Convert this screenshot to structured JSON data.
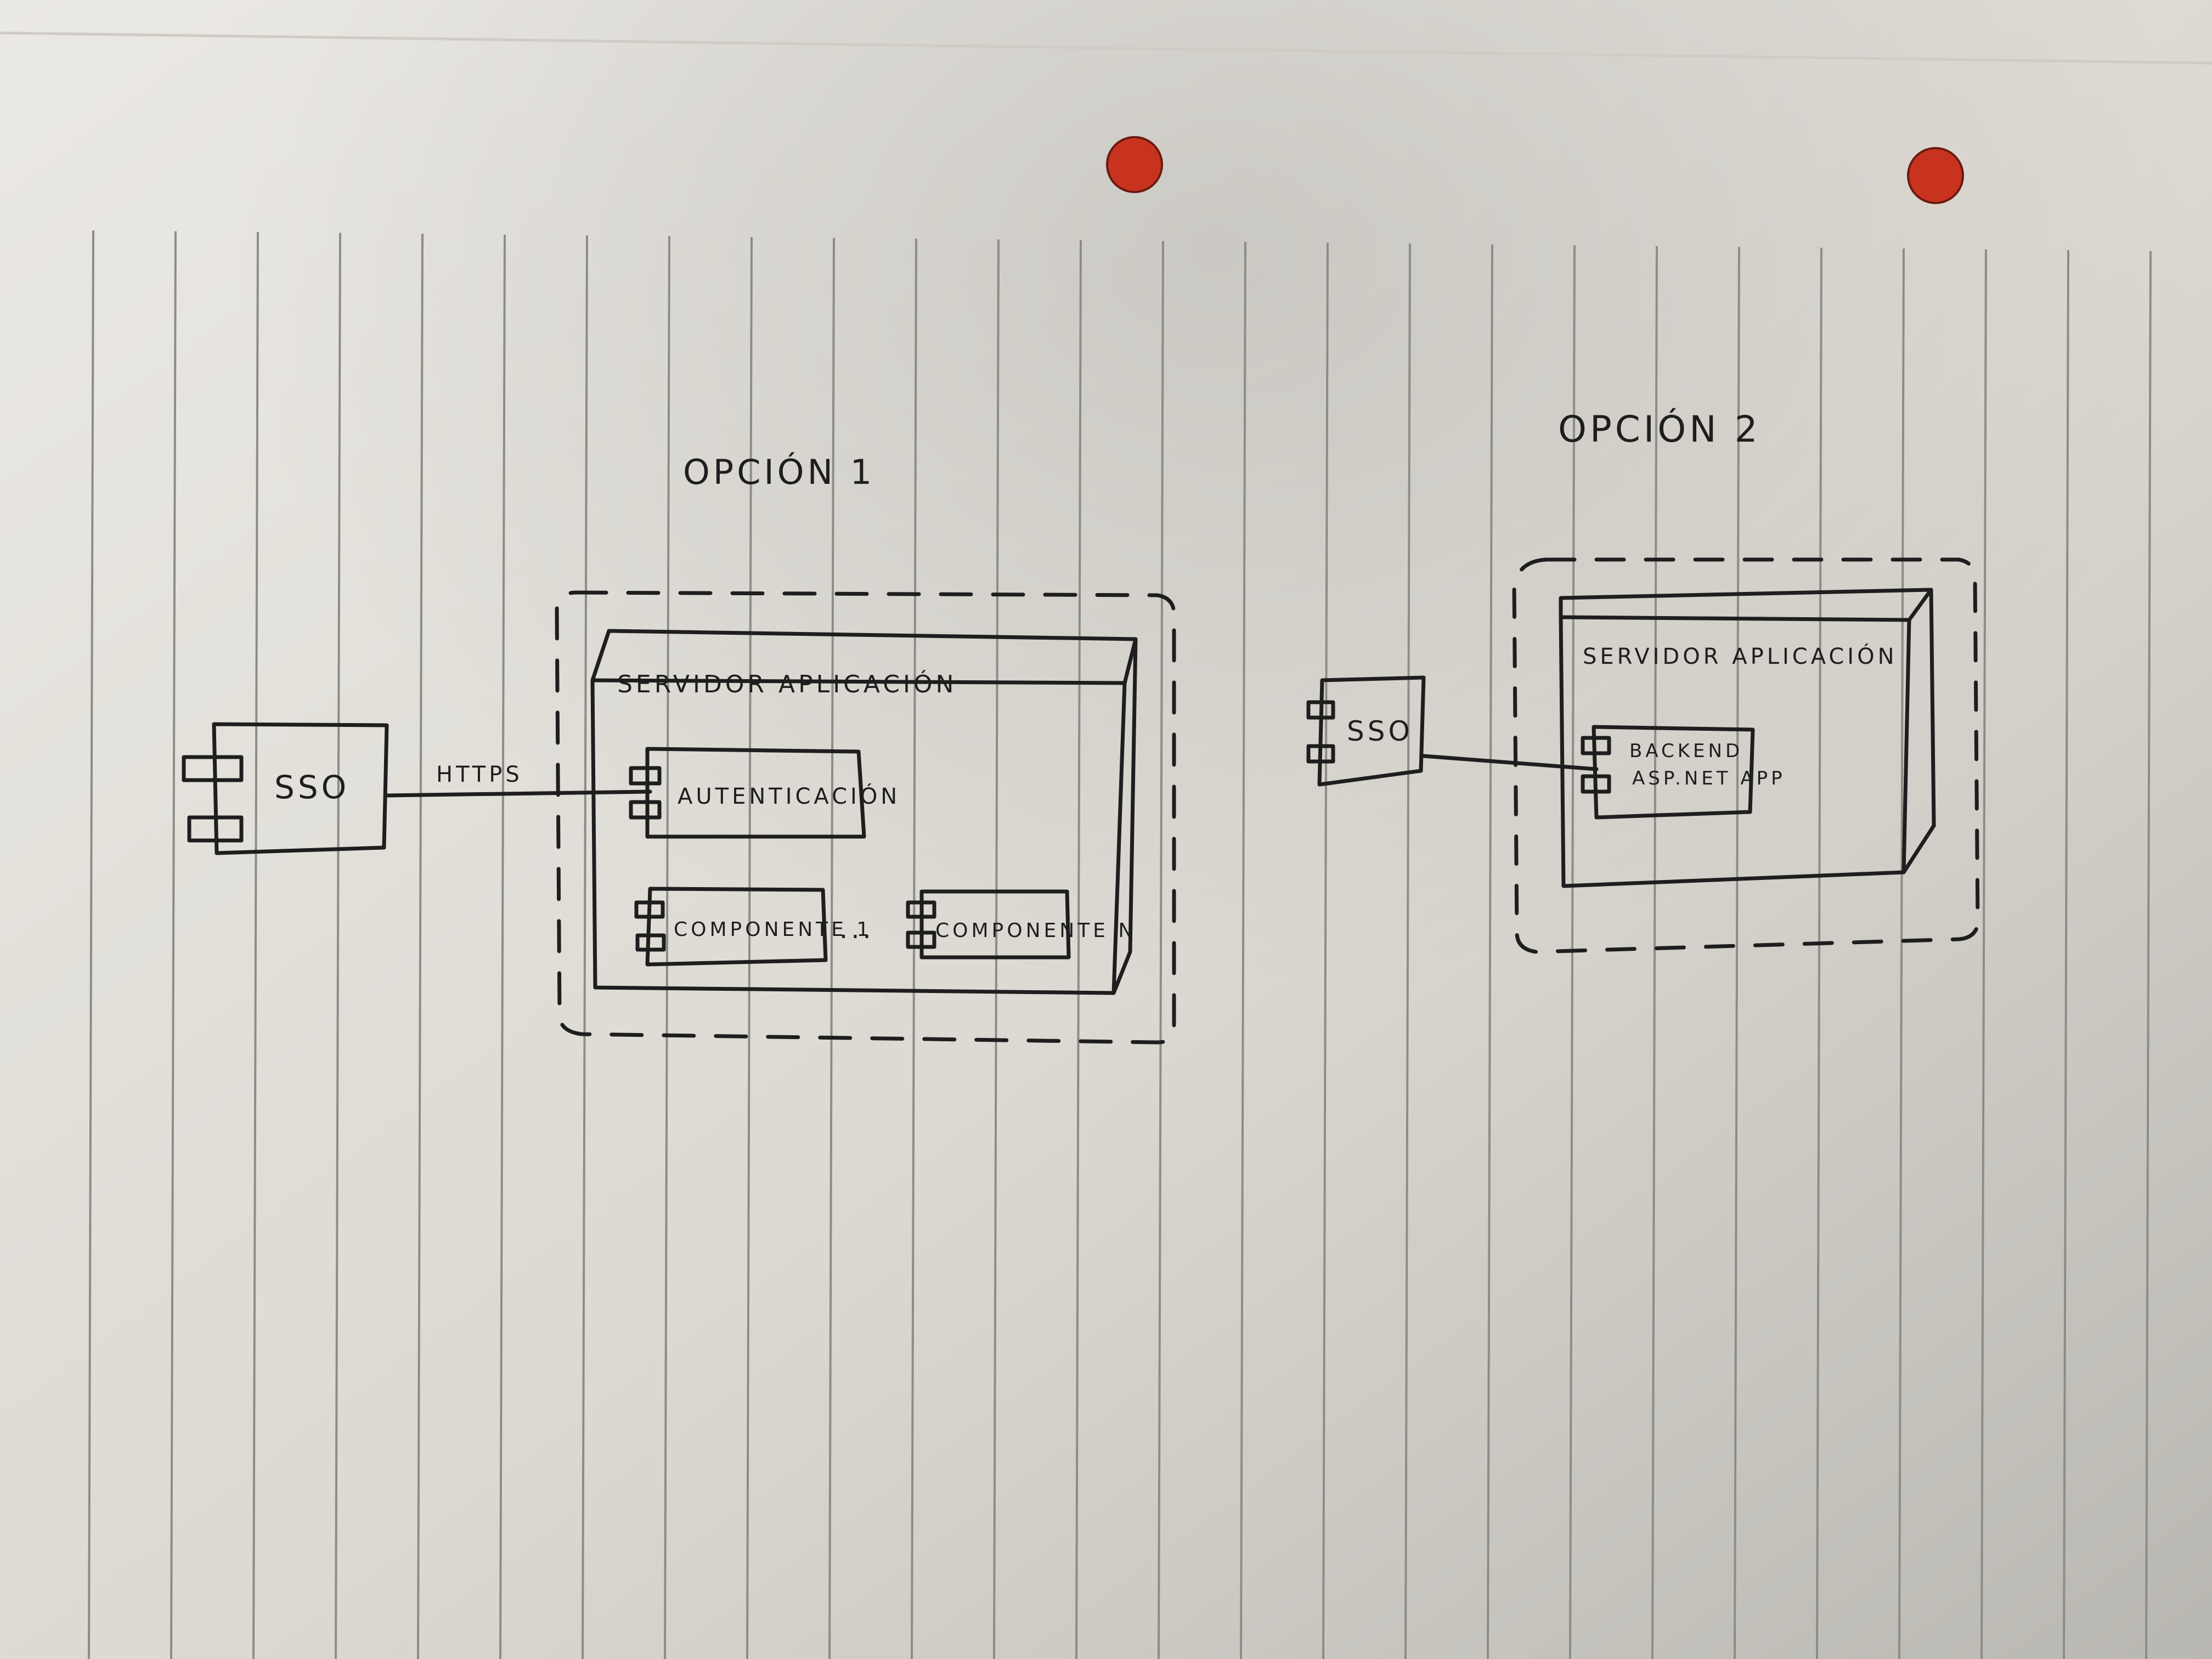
{
  "colors": {
    "paper_light": "#ebe9e4",
    "paper_mid": "#dcd9d2",
    "paper_shadow": "#b9b7b1",
    "rule_line": "#8c8c88",
    "ink": "#1e1e1e",
    "punch_hole": "#c8331f"
  },
  "option1": {
    "title": "OPCIÓN 1",
    "node_label": "SERVIDOR APLICACIÓN",
    "external_component": "SSO",
    "connector_label": "HTTPS",
    "components": [
      "AUTENTICACIÓN",
      "COMPONENTE 1",
      "COMPONENTE N"
    ],
    "ellipsis": "...",
    "node_style": "dashed-boundary-around-3d-box"
  },
  "option2": {
    "title": "OPCIÓN 2",
    "node_label": "SERVIDOR APLICACIÓN",
    "external_component": "SSO",
    "component_lines": [
      "BACKEND",
      "ASP.NET APP"
    ],
    "node_style": "dashed-boundary-around-3d-box"
  },
  "icons": {
    "component_symbol": "uml-component-icon",
    "node_symbol": "uml-node-3d-box"
  }
}
